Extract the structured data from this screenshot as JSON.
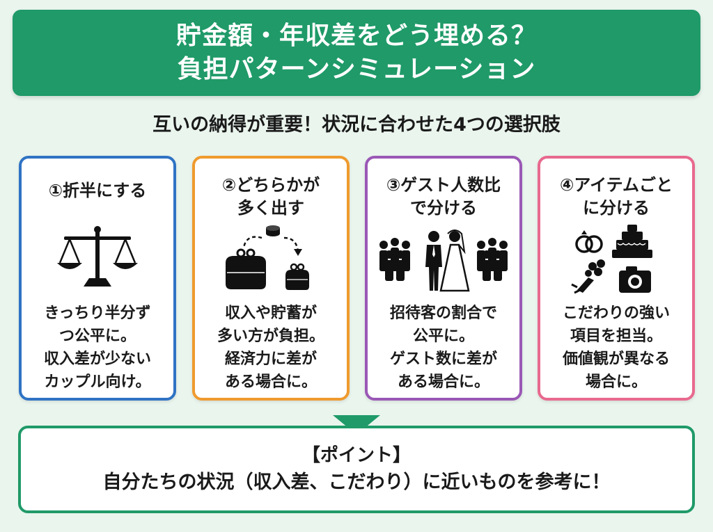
{
  "header": {
    "title_line1": "貯金額・年収差をどう埋める？",
    "title_line2": "負担パターンシミュレーション"
  },
  "subtitle": "互いの納得が重要！状況に合わせた4つの選択肢",
  "cards": [
    {
      "title": "①折半にする",
      "icon": "balance-scale",
      "desc": "きっちり半分ず\nつ公平に。\n収入差が少ない\nカップル向け。",
      "color": "#2f73c4"
    },
    {
      "title": "②どちらかが\n多く出す",
      "icon": "big-and-small-purse-with-coins",
      "desc": "収入や貯蓄が\n多い方が負担。\n経済力に差が\nある場合に。",
      "color": "#ef9a2e"
    },
    {
      "title": "③ゲスト人数比\nで分ける",
      "icon": "guests-and-couple",
      "desc": "招待客の割合で\n公平に。\nゲスト数に差が\nある場合に。",
      "color": "#9a58b6"
    },
    {
      "title": "④アイテムごと\nに分ける",
      "icon": "rings-cake-bouquet-camera",
      "desc": "こだわりの強い\n項目を担当。\n価値観が異なる\n場合に。",
      "color": "#e8698e"
    }
  ],
  "point": {
    "title": "【ポイント】",
    "text": "自分たちの状況（収入差、こだわり）に近いものを参考に！"
  },
  "colors": {
    "header_green": "#1f9a68",
    "background": "#eaf5ee"
  }
}
